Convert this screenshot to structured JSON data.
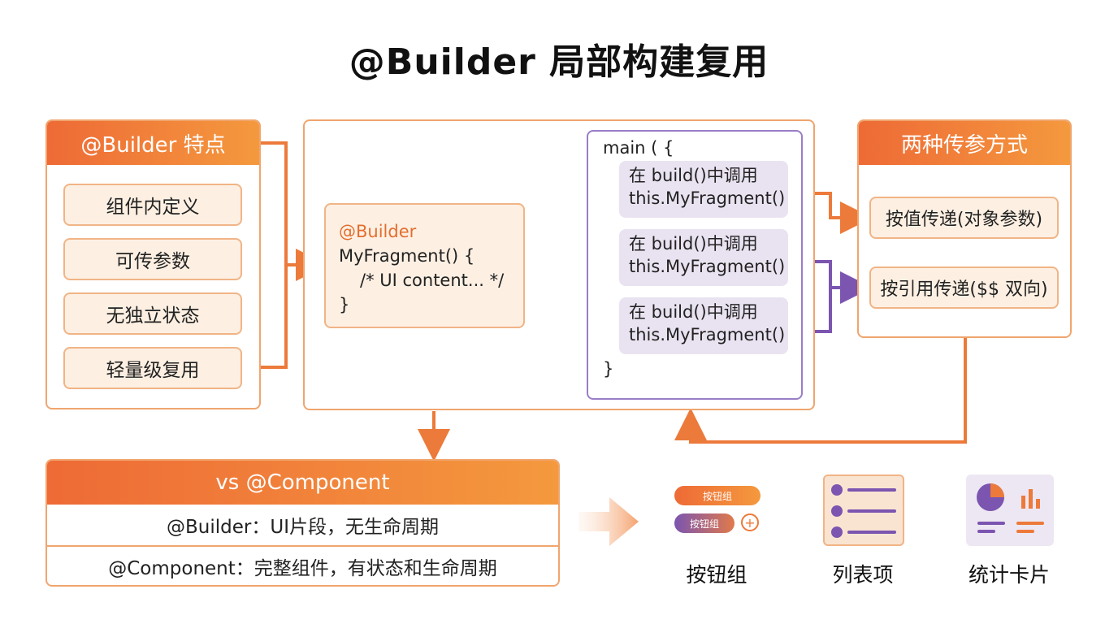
{
  "title": "@Builder 局部构建复用",
  "features": {
    "header": "@Builder 特点",
    "items": [
      "组件内定义",
      "可传参数",
      "无独立状态",
      "轻量级复用"
    ]
  },
  "builder_def": {
    "line1": "@Builder",
    "line2": "MyFragment() {",
    "line3": "/* UI content... */",
    "line4": "}"
  },
  "main_block": {
    "open": "main ( {",
    "close": "}",
    "calls": [
      {
        "line1": "在 build()中调用",
        "line2": "this.MyFragment()"
      },
      {
        "line1": "在 build()中调用",
        "line2": "this.MyFragment()"
      },
      {
        "line1": "在 build()中调用",
        "line2": "this.MyFragment()"
      }
    ]
  },
  "params": {
    "header": "两种传参方式",
    "items": [
      "按值传递(对象参数)",
      "按引用传递($$ 双向)"
    ]
  },
  "compare": {
    "header": "vs @Component",
    "rows": [
      "@Builder：UI片段，无生命周期",
      "@Component：完整组件，有状态和生命周期"
    ]
  },
  "examples": {
    "button_group": {
      "label": "按钮组",
      "btn1": "按钮组",
      "btn2": "按钮组",
      "add_symbol": "+"
    },
    "list_item": {
      "label": "列表项"
    },
    "stat_card": {
      "label": "统计卡片"
    }
  },
  "colors": {
    "orange": "#ee6a36",
    "orange_light": "#fdf0e3",
    "purple": "#7b55b0",
    "purple_light": "#e9e3f1"
  }
}
